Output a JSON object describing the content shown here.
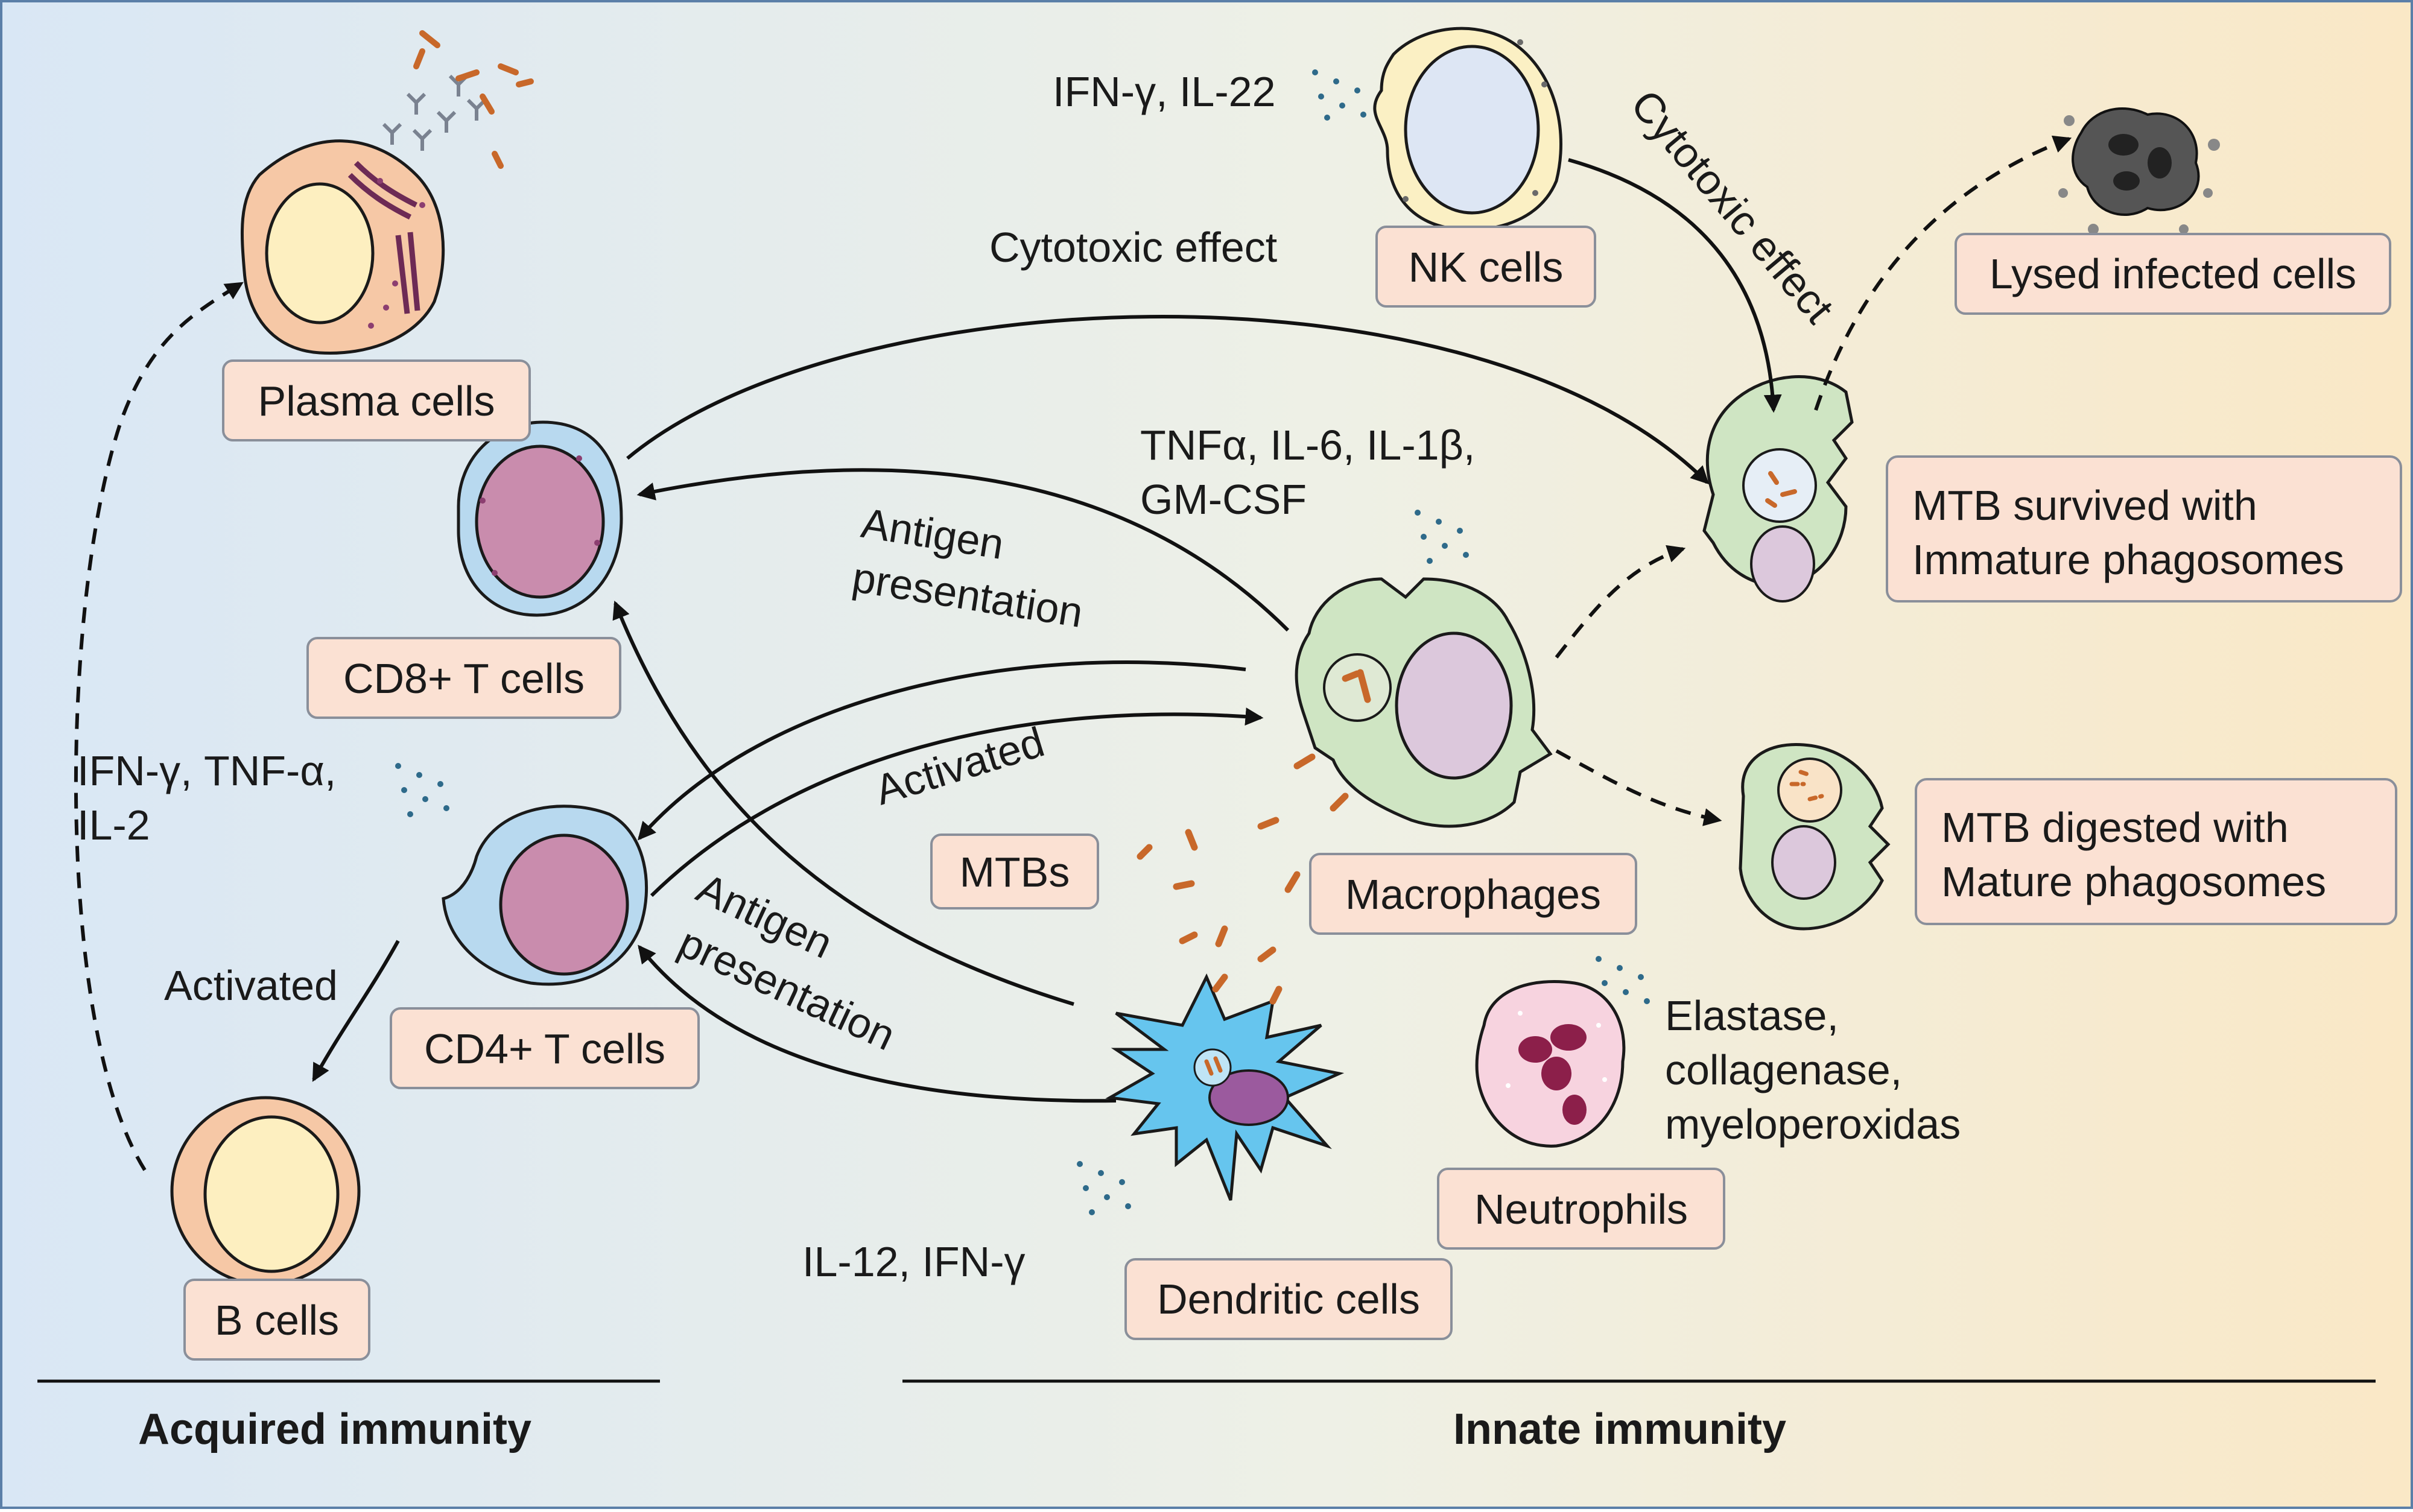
{
  "sections": {
    "acquired": "Acquired immunity",
    "innate": "Innate immunity"
  },
  "cells": {
    "plasma": "Plasma cells",
    "cd8": "CD8+ T cells",
    "cd4": "CD4+ T cells",
    "b": "B cells",
    "nk": "NK cells",
    "lysed": "Lysed infected cells",
    "immature_1": "MTB survived with",
    "immature_2": "Immature phagosomes",
    "mature_1": "MTB digested with",
    "mature_2": "Mature phagosomes",
    "macrophages": "Macrophages",
    "mtbs": "MTBs",
    "neutrophils": "Neutrophils",
    "dendritic": "Dendritic cells"
  },
  "annotations": {
    "nk_cytokines": "IFN-γ, IL-22",
    "cytotoxic_ctl": "Cytotoxic effect",
    "cytotoxic_nk": "Cytotoxic effect",
    "mac_cytokines_1": "TNFα, IL-6, IL-1β,",
    "mac_cytokines_2": "GM-CSF",
    "antigen_1a": "Antigen",
    "antigen_1b": "presentation",
    "antigen_2a": "Antigen",
    "antigen_2b": "presentation",
    "activated_mac": "Activated",
    "activated_b": "Activated",
    "t_cytokines_1": "IFN-γ, TNF-α,",
    "t_cytokines_2": "IL-2",
    "neutro_1": "Elastase,",
    "neutro_2": "collagenase,",
    "neutro_3": "myeloperoxidas",
    "dc_cytokines": "IL-12, IFN-γ"
  },
  "colors": {
    "bg_left": "#dbe8f5",
    "bg_right": "#faeacb",
    "label_box": "#fbe1d3",
    "plasma_cell": "#f6c8a6",
    "t_cell": "#b8d9ef",
    "t_nucleus": "#c98cad",
    "macrophage": "#cfe5c3",
    "dendritic": "#66c5ee",
    "neutrophil": "#f7d3df",
    "nk_cell": "#fbf0c4",
    "mtb": "#c8682a"
  }
}
